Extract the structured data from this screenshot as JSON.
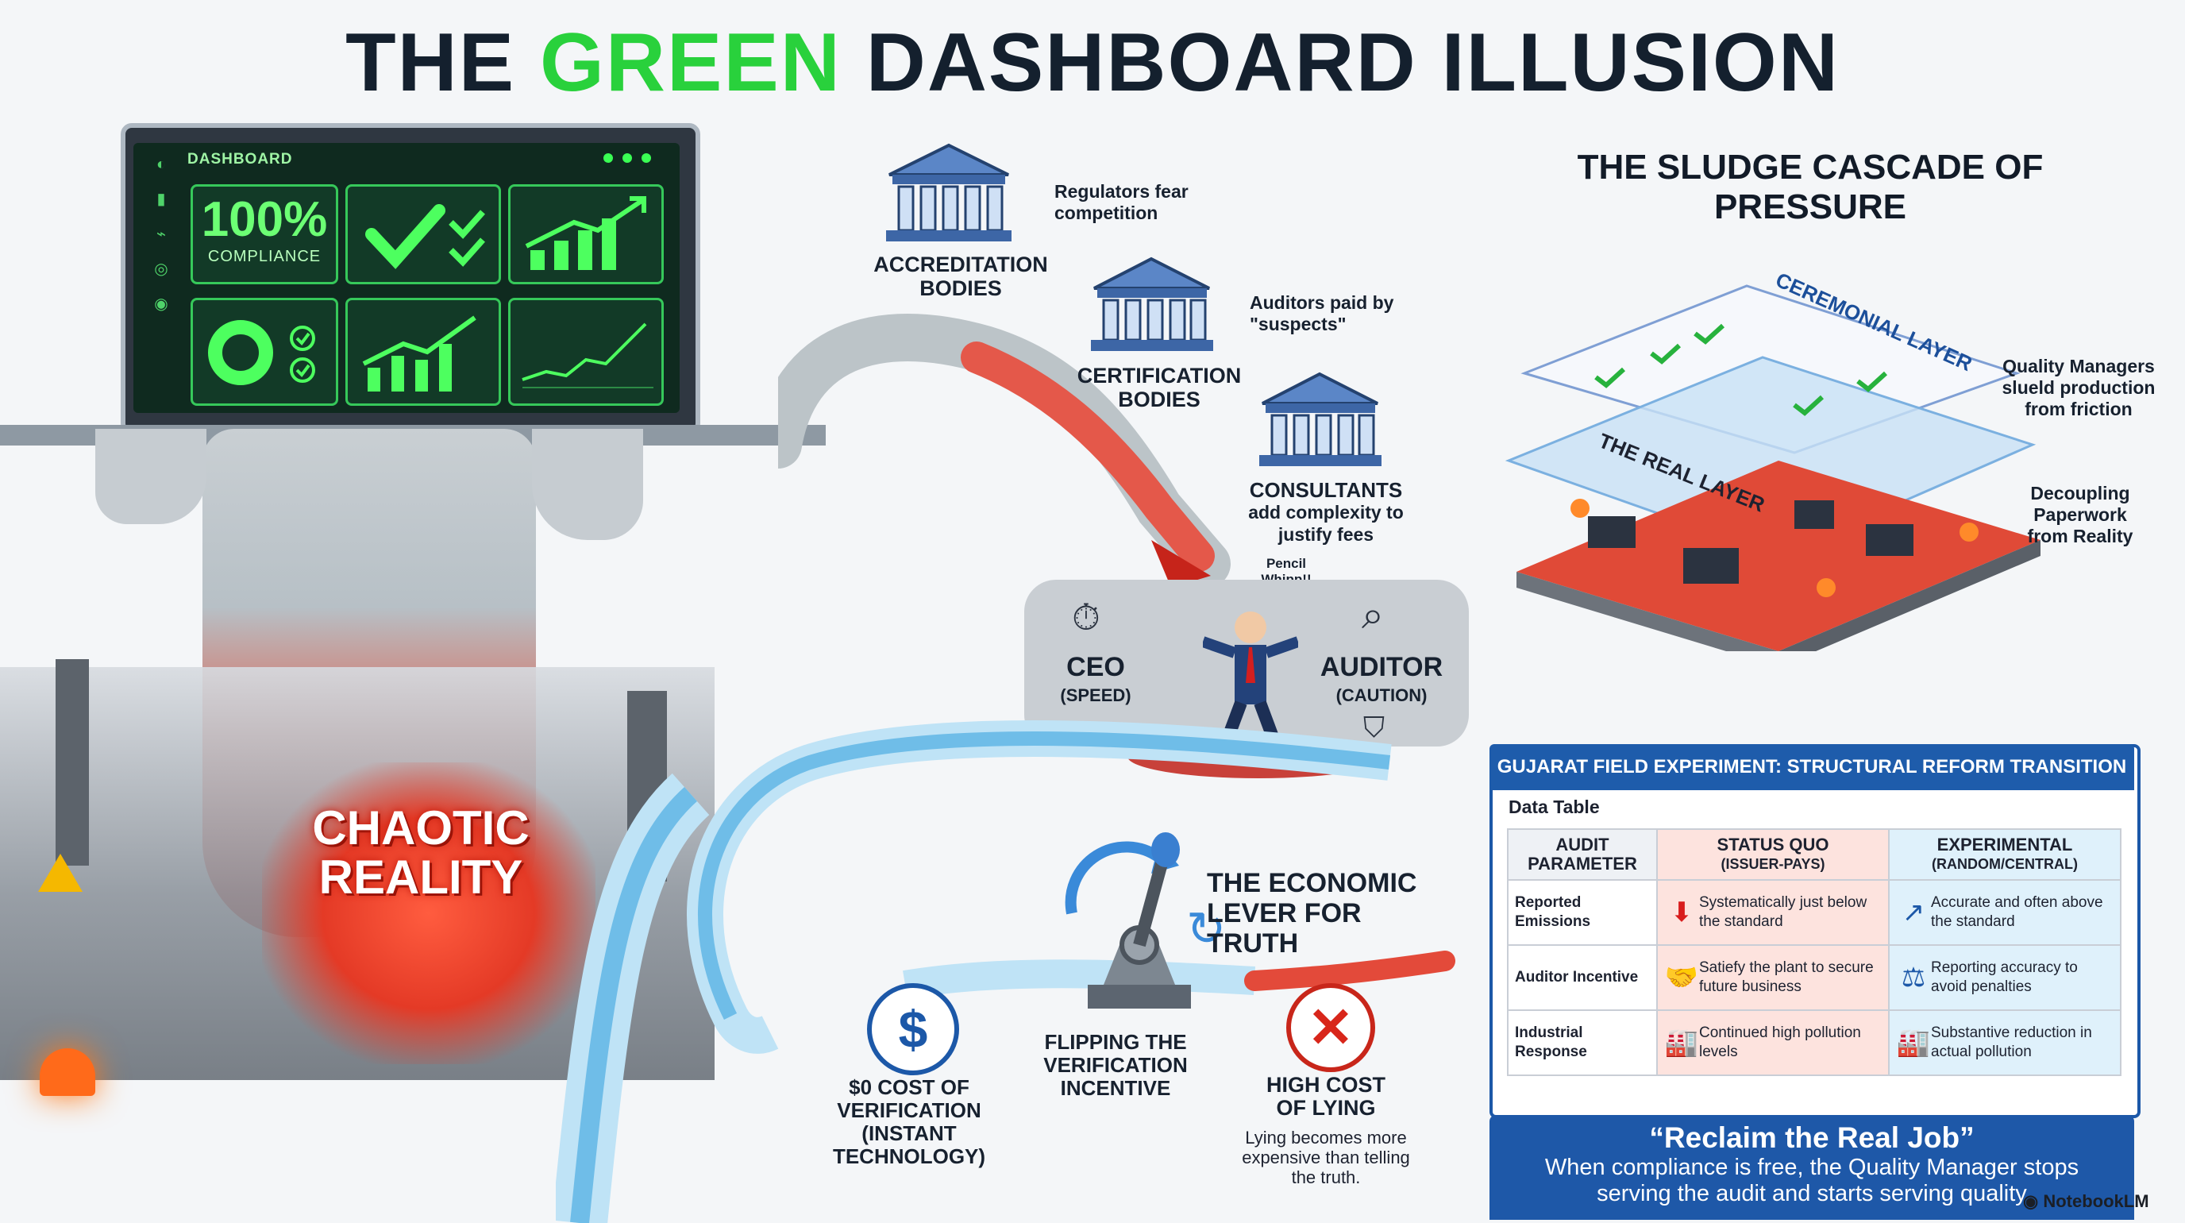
{
  "title": {
    "part1": "THE ",
    "highlight": "GREEN",
    "part2": " DASHBOARD ILLUSION"
  },
  "dashboard": {
    "label": "DASHBOARD",
    "compliance_value": "100%",
    "compliance_label": "COMPLIANCE"
  },
  "reality_label": [
    "CHAOTIC",
    "REALITY"
  ],
  "institutions": [
    {
      "name": "ACCREDITATION BODIES",
      "note": "Regulators fear competition"
    },
    {
      "name": "CERTIFICATION BODIES",
      "note": "Auditors paid by \"suspects\""
    },
    {
      "name": "CONSULTANTS",
      "note": "add complexity to justify fees"
    }
  ],
  "pencil_whip": "Pencil Whipp!!",
  "tension": {
    "left": {
      "title": "CEO",
      "sub": "(SPEED)"
    },
    "right": {
      "title": "AUDITOR",
      "sub": "(CAUTION)"
    }
  },
  "cascade": {
    "title": "THE SLUDGE CASCADE OF PRESSURE",
    "top_layer": "CEREMONIAL LAYER",
    "bottom_layer": "THE REAL LAYER",
    "note1": "Quality Managers slueld production from friction",
    "note2": "Decoupling Paperwork from Reality"
  },
  "lever": {
    "title": "THE ECONOMIC LEVER FOR TRUTH",
    "left": "$0 COST OF VERIFICATION (INSTANT TECHNOLOGY)",
    "center": "FLIPPING THE VERIFICATION INCENTIVE",
    "right_title": "HIGH COST OF LYING",
    "right_note": "Lying becomes more expensive than telling the truth."
  },
  "experiment": {
    "title": "GUJARAT FIELD EXPERIMENT: STRUCTURAL REFORM TRANSITION",
    "table_label": "Data Table",
    "headers": [
      {
        "main": "AUDIT PARAMETER",
        "sub": ""
      },
      {
        "main": "STATUS QUO",
        "sub": "(ISSUER-PAYS)"
      },
      {
        "main": "EXPERIMENTAL",
        "sub": "(RANDOM/CENTRAL)"
      }
    ],
    "rows": [
      {
        "param": "Reported Emissions",
        "status": "Systematically just below the standard",
        "exp": "Accurate and often above the standard"
      },
      {
        "param": "Auditor Incentive",
        "status": "Satiefy the plant to secure future business",
        "exp": "Reporting accuracy to avoid penalties"
      },
      {
        "param": "Industrial Response",
        "status": "Continued high pollution levels",
        "exp": "Substantive reduction in actual pollution"
      }
    ]
  },
  "reclaim": {
    "heading": "“Reclaim the Real Job”",
    "body": "When compliance is free, the Quality Manager stops serving the audit and starts serving quality"
  },
  "brand": "NotebookLM",
  "colors": {
    "green": "#29d13c",
    "navy": "#1e58a8",
    "sludge_red": "#e4402f"
  }
}
